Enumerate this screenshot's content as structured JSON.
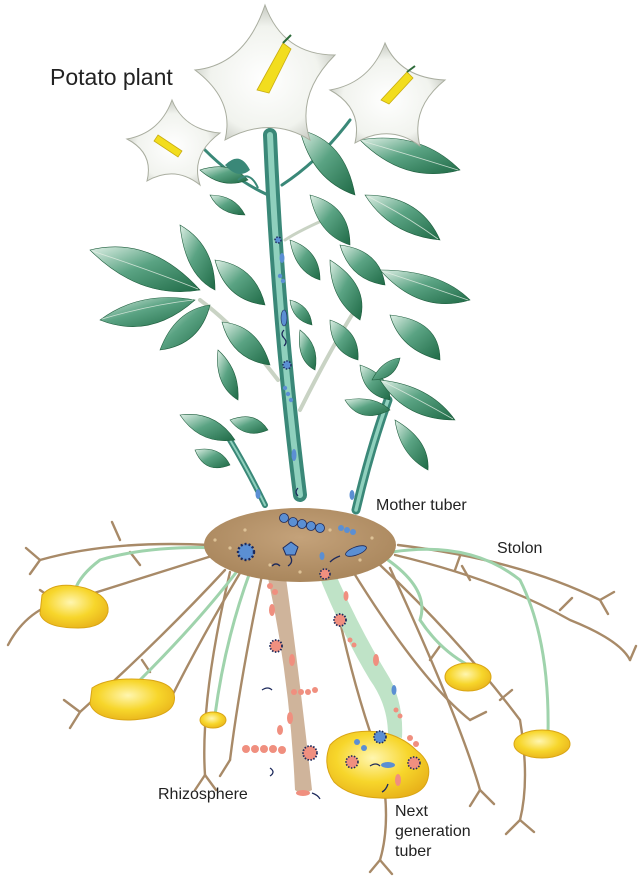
{
  "diagram": {
    "title": "Potato plant",
    "labels": {
      "mother_tuber": "Mother tuber",
      "stolon": "Stolon",
      "rhizosphere": "Rhizosphere",
      "next_generation_tuber": "Next generation tuber"
    },
    "colors": {
      "leaf": "#2e7a54",
      "leaf_light": "#cfe8d9",
      "stem": "#3e8f80",
      "stem_light": "#9fd8c6",
      "root": "#a88a68",
      "stolon": "#9fd3ac",
      "mother_tuber": "#b28f63",
      "new_tuber": "#f5cf22",
      "flower": "#f4f5f2",
      "anther": "#f2dd1e",
      "bacteria_blue": "#5b8fd3",
      "bacteria_red": "#f08f7f",
      "bacteria_dark": "#1d2a5c"
    }
  }
}
